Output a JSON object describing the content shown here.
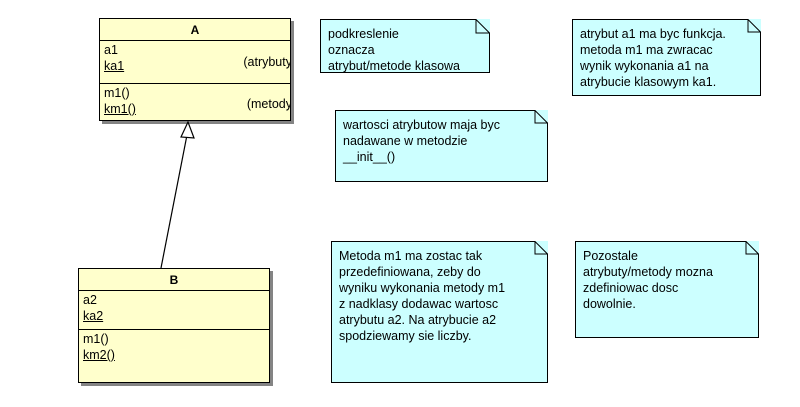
{
  "diagram": {
    "title": "Diagram klas UML - dziedziczenie A -> B",
    "background_color": "#ffffff",
    "class_fill_color": "#ffffcc",
    "note_fill_color": "#ccffff",
    "line_color": "#000000"
  },
  "classes": [
    {
      "name": "A",
      "attributes": [
        {
          "text": "a1",
          "static": false
        },
        {
          "text": "ka1",
          "static": true
        }
      ],
      "attributes_label": "(atrybuty",
      "methods": [
        {
          "text": "m1()",
          "static": false
        },
        {
          "text": "km1()",
          "static": true
        }
      ],
      "methods_label": "(metody"
    },
    {
      "name": "B",
      "attributes": [
        {
          "text": "a2",
          "static": false
        },
        {
          "text": "ka2",
          "static": true
        }
      ],
      "attributes_label": "",
      "methods": [
        {
          "text": "m1()",
          "static": false
        },
        {
          "text": "km2()",
          "static": true
        }
      ],
      "methods_label": ""
    }
  ],
  "relationship": {
    "type": "generalization",
    "from": "B",
    "to": "A",
    "arrowhead": "hollow-triangle"
  },
  "notes": [
    {
      "id": "note-underline",
      "text": "podkreslenie\noznacza\natrybut/metode klasowa"
    },
    {
      "id": "note-init",
      "text": "wartosci atrybutow maja byc\nnadawane w metodzie\n__init__()"
    },
    {
      "id": "note-a1-function",
      "text": "atrybut a1 ma byc funkcja.\nmetoda m1 ma zwracac\nwynik wykonania a1 na\natrybucie klasowym ka1."
    },
    {
      "id": "note-m1-override",
      "text": "Metoda m1 ma zostac tak\nprzedefiniowana, zeby do\nwyniku wykonania metody m1\nz nadklasy dodawac wartosc\natrybutu a2. Na atrybucie a2\nspodziewamy sie liczby."
    },
    {
      "id": "note-rest-free",
      "text": "Pozostale\natrybuty/metody mozna\nzdefiniowac dosc\ndowolnie."
    }
  ]
}
